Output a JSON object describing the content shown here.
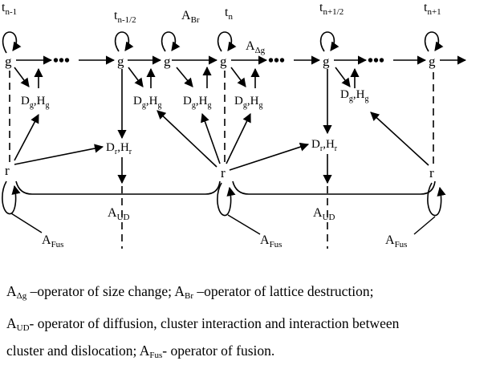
{
  "time_labels": [
    {
      "base": "t",
      "sub": "n-1"
    },
    {
      "base": "t",
      "sub": "n-1/2"
    },
    {
      "base": "t",
      "sub": "n"
    },
    {
      "base": "t",
      "sub": "n+1/2"
    },
    {
      "base": "t",
      "sub": "n+1"
    }
  ],
  "g_symbol": "g",
  "r_symbol": "r",
  "ellipsis": "•••",
  "dg_hg": {
    "d": "D",
    "d_sub": "g",
    "sep": ",",
    "h": "H",
    "h_sub": "g"
  },
  "dr_hr": {
    "d": "D",
    "d_sub": "r",
    "sep": ",",
    "h": "H",
    "h_sub": "r"
  },
  "operators": {
    "br": {
      "base": "A",
      "sub": "Br"
    },
    "dg": {
      "base": "A",
      "sub": "Δg"
    },
    "ud": {
      "base": "A",
      "sub": "UD"
    },
    "fus": {
      "base": "A",
      "sub": "Fus"
    }
  },
  "caption": {
    "line1": {
      "a1": "A",
      "s1": "Δg",
      "t1": " –operator of size change; ",
      "a2": "A",
      "s2": "Br",
      "t2": " –operator of lattice destruction;"
    },
    "line2": {
      "a": "A",
      "s": "UD",
      "t": "- operator of diffusion, cluster interaction and interaction between"
    },
    "line3": {
      "t1": "cluster and dislocation; ",
      "a": "A",
      "s": "Fus",
      "t2": "- operator of fusion."
    }
  }
}
